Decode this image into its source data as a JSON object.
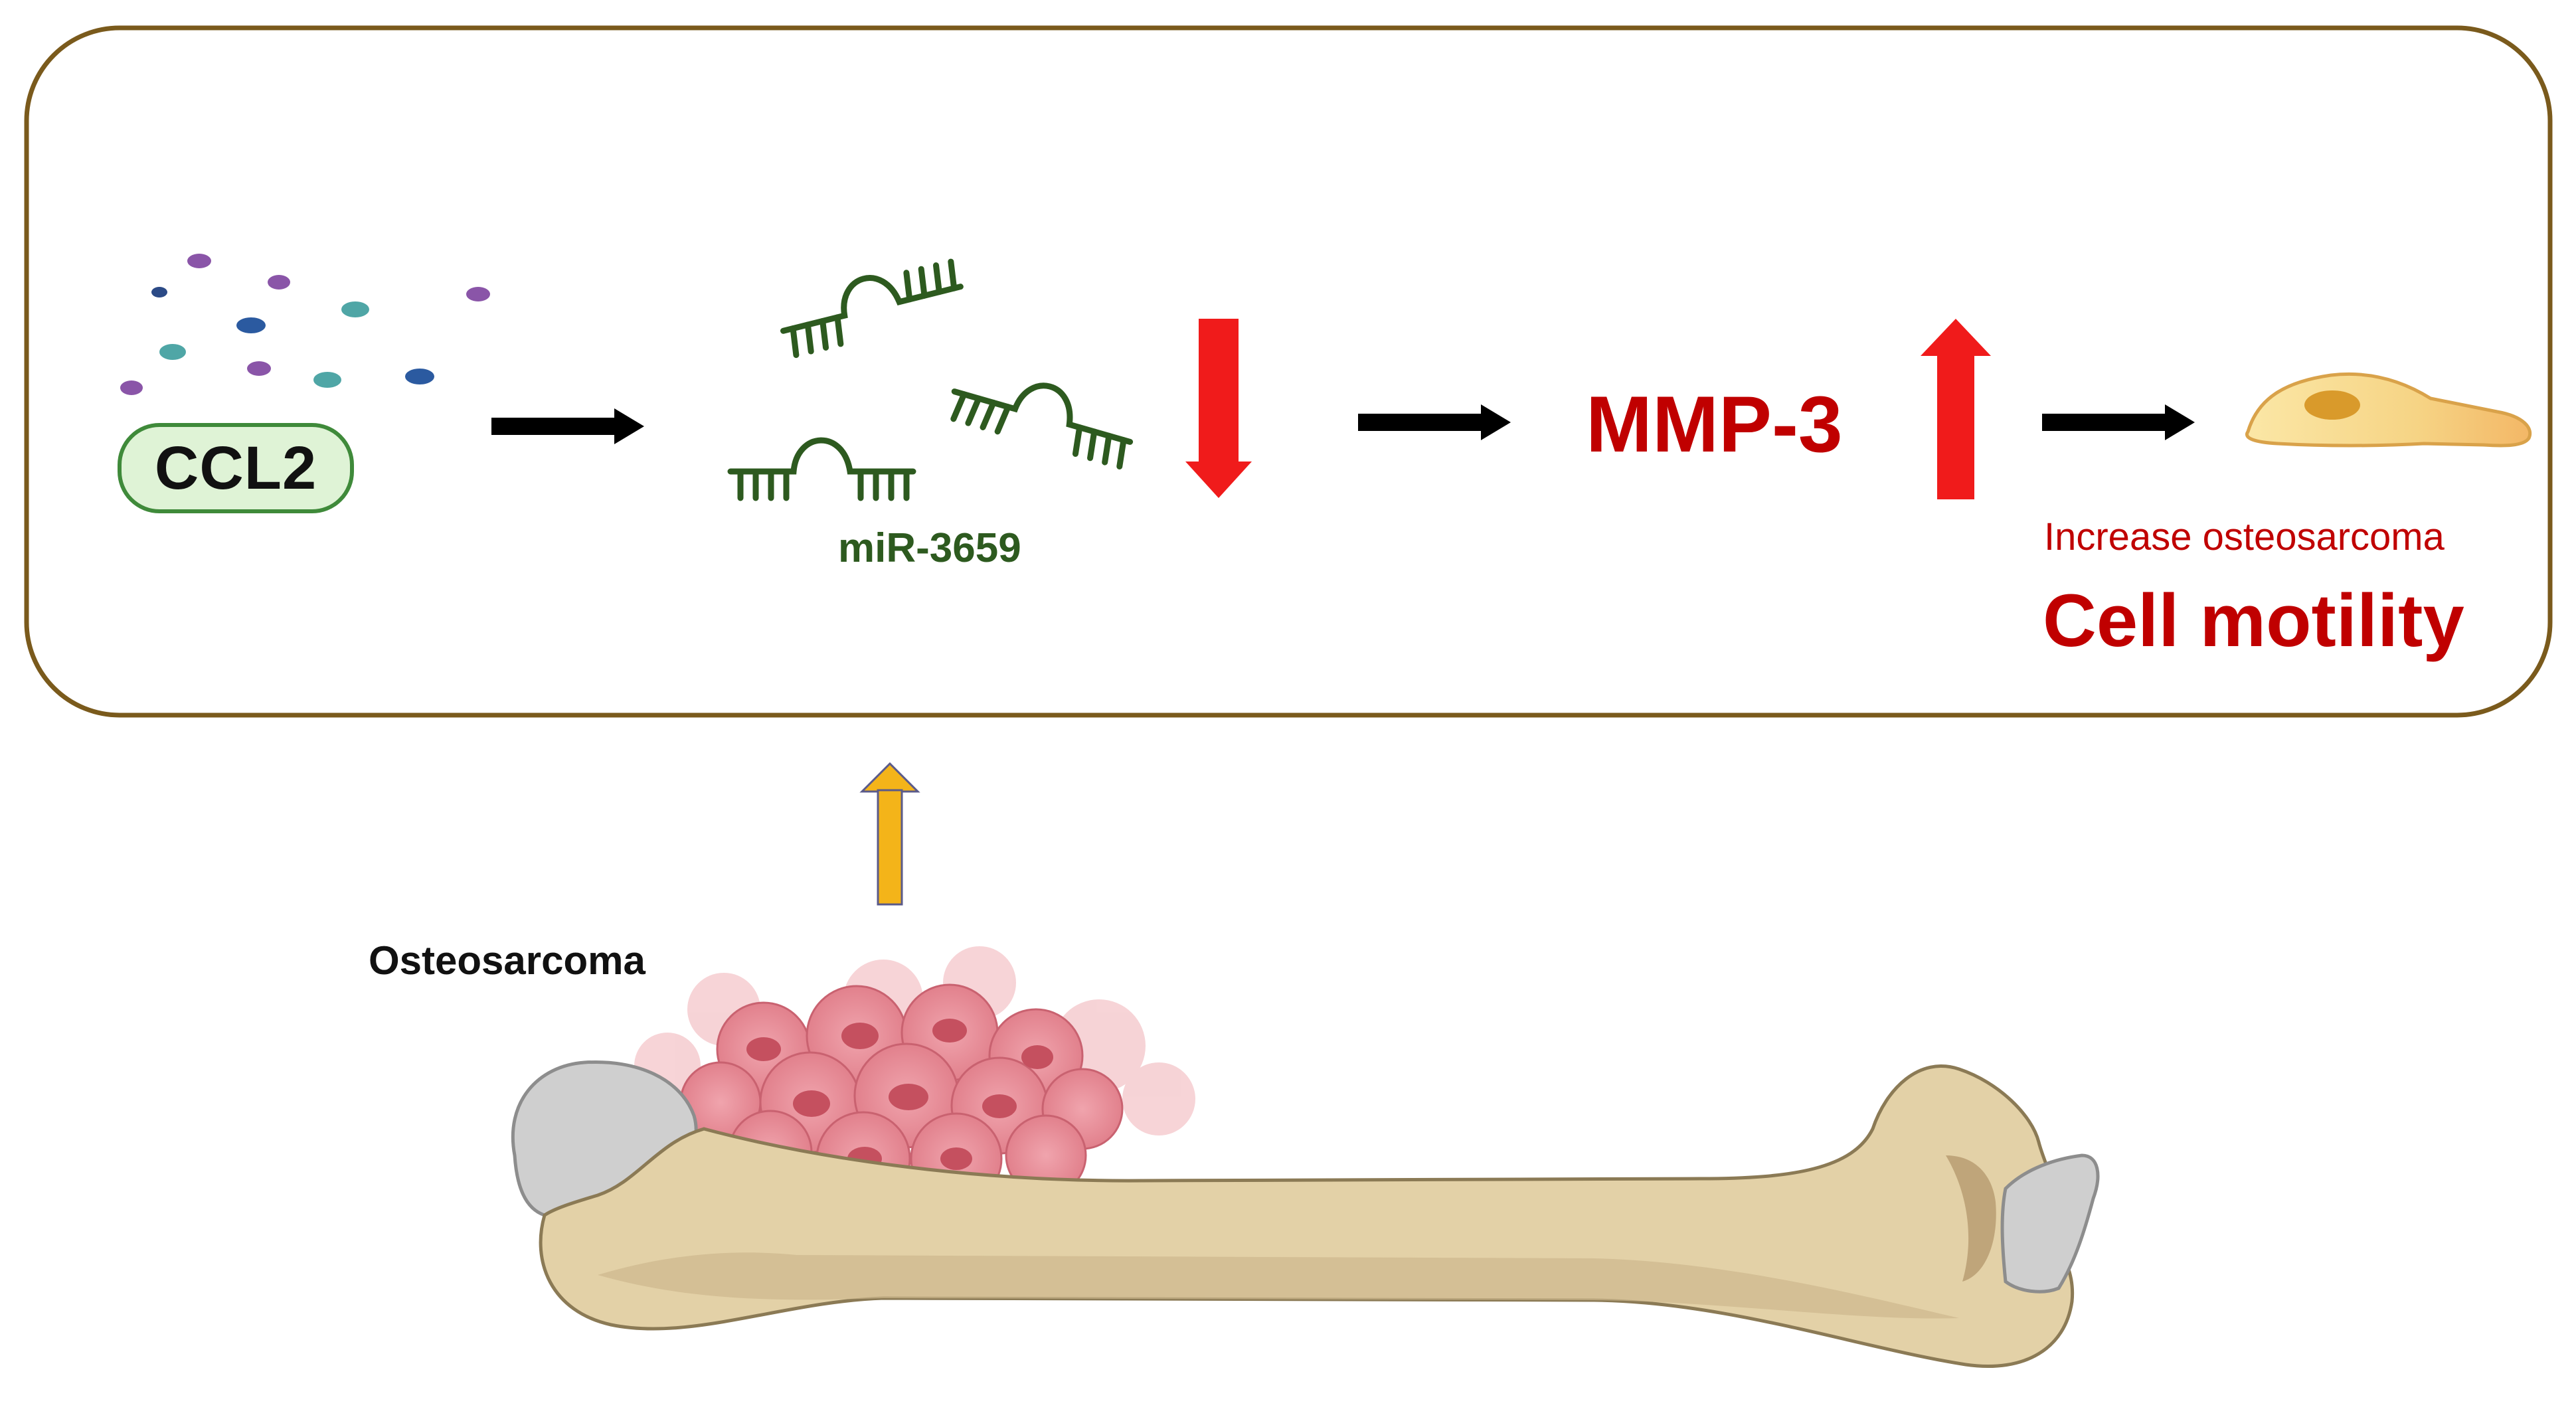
{
  "labels": {
    "ccl2": "CCL2",
    "mirna": "miR-3659",
    "mmp3": "MMP-3",
    "effect_line1": "Increase osteosarcoma",
    "effect_line2": "Cell motility",
    "tumor": "Osteosarcoma"
  },
  "colors": {
    "frame_border": "#7a5a1c",
    "ccl2_fill": "#dff3d6",
    "ccl2_border": "#3f8a3a",
    "mirna_green": "#2d5a1f",
    "red_text": "#c00000",
    "red_arrow": "#f01b1b",
    "black_arrow": "#000000",
    "yellow_arrow": "#f4b419",
    "bone": "#e3d1a7",
    "bone_shadow": "#c9b48a",
    "cartilage": "#cfcfcf",
    "tumor_pink": "#e8909a",
    "cell_body": "#f7dc8f",
    "cell_nucleus": "#d99a2b",
    "cell_tail": "#f0a15a"
  },
  "icons": {
    "ccl2_particles": "chemokine-particles-icon",
    "mirna": "mirna-hairpin-icon",
    "down_arrow": "red-down-arrow-icon",
    "up_arrow": "red-up-arrow-icon",
    "cell": "migrating-cell-icon",
    "bone": "bone-icon",
    "tumor": "tumor-mass-icon"
  }
}
